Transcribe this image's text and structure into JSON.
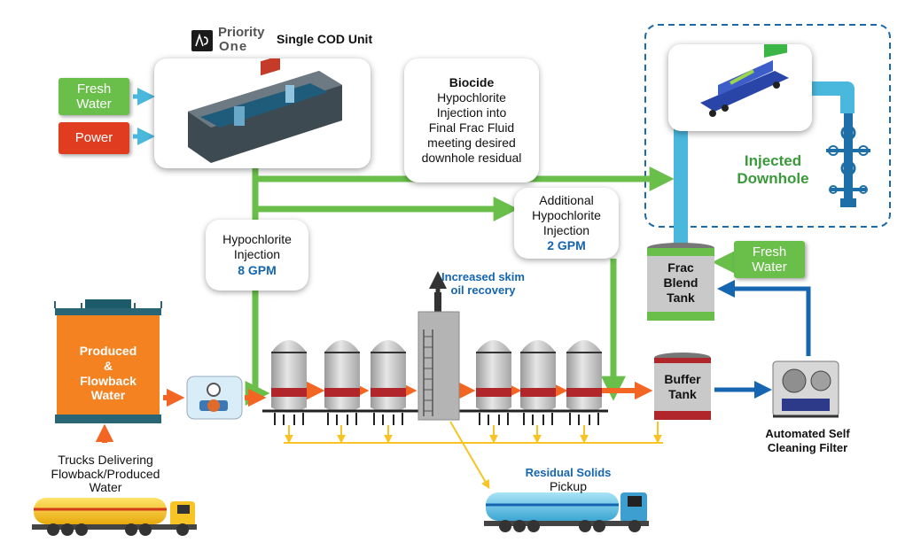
{
  "brand": {
    "name_line1": "Priority",
    "name_line2": "One",
    "unit_title": "Single COD Unit"
  },
  "inputs": {
    "fresh_water_1": "Fresh\nWater",
    "power": "Power",
    "fresh_water_2": "Fresh\nWater"
  },
  "callouts": {
    "biocide": {
      "title": "Biocide",
      "body": "Hypochlorite\nInjection into\nFinal Frac Fluid\nmeeting desired\ndownhole residual"
    },
    "hypo_injection": {
      "body": "Hypochlorite\nInjection",
      "rate": "8 GPM"
    },
    "additional_hypo": {
      "body": "Additional\nHypochlorite\nInjection",
      "rate": "2 GPM"
    }
  },
  "labels": {
    "injected_downhole": "Injected\nDownhole",
    "produced_water_tank": "Produced\n&\nFlowback\nWater",
    "trucks": "Trucks Delivering\nFlowback/Produced\nWater",
    "skim_oil": "Increased skim\noil recovery",
    "frac_blend_tank": "Frac\nBlend\nTank",
    "buffer_tank": "Buffer\nTank",
    "filter": "Automated Self\nCleaning Filter",
    "residual_solids_title": "Residual Solids",
    "residual_solids_sub": "Pickup"
  },
  "colors": {
    "green": "#6abf4b",
    "red": "#e03c1f",
    "light_blue": "#4ab7dd",
    "dark_blue": "#1565b0",
    "orange": "#f26522",
    "yellow": "#f7c325",
    "dark_green_text": "#3a9a3a",
    "tank_orange": "#f58220"
  }
}
